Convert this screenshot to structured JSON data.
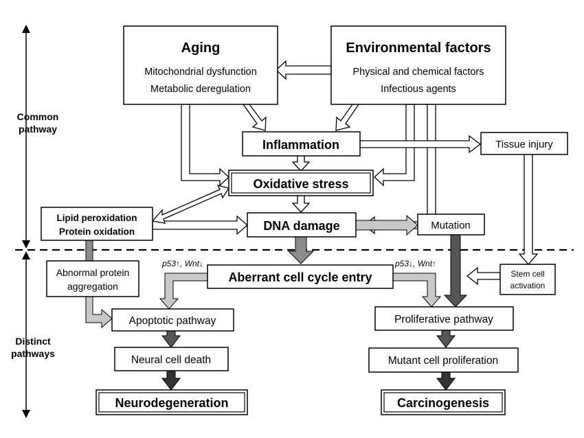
{
  "side": {
    "common": [
      "Common",
      "pathway"
    ],
    "distinct": [
      "Distinct",
      "pathways"
    ]
  },
  "nodes": {
    "aging": {
      "title": "Aging",
      "line1": "Mitochondrial dysfunction",
      "line2": "Metabolic deregulation"
    },
    "env": {
      "title": "Environmental factors",
      "line1": "Physical and chemical factors",
      "line2": "Infectious agents"
    },
    "inflammation": "Inflammation",
    "tissue_injury": "Tissue injury",
    "oxidative_stress": "Oxidative stress",
    "lipid": {
      "line1": "Lipid peroxidation",
      "line2": "Protein oxidation"
    },
    "dna_damage": "DNA damage",
    "mutation": "Mutation",
    "abnormal": {
      "line1": "Abnormal protein",
      "line2": "aggregation"
    },
    "aberrant": "Aberrant cell cycle entry",
    "stem": {
      "line1": "Stem cell",
      "line2": "activation"
    },
    "apoptotic": "Apoptotic pathway",
    "proliferative": "Proliferative pathway",
    "neural_death": "Neural cell death",
    "mutant_prolif": "Mutant cell proliferation",
    "neurodegeneration": "Neurodegeneration",
    "carcinogenesis": "Carcinogenesis"
  },
  "annotations": {
    "left": "p53↑, Wnt↓",
    "right": "p53↓, Wnt↑"
  }
}
